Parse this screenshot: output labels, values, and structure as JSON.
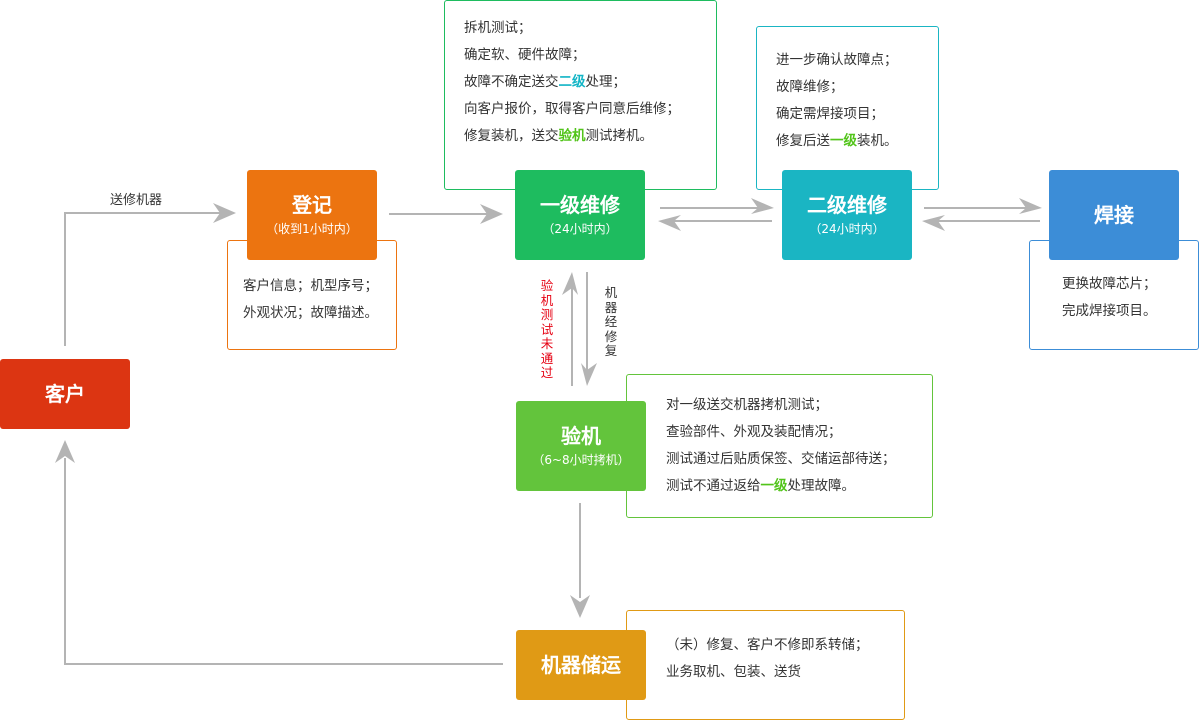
{
  "colors": {
    "customer": "#dc3512",
    "register": "#ec7410",
    "level1": "#1ebc5f",
    "level2": "#1ab5c3",
    "weld": "#3c8dd7",
    "inspect": "#63c43c",
    "storage": "#e09a15",
    "arrow": "#b4b4b4",
    "red_text": "#e60012",
    "teal_text": "#13b5c6",
    "green_text": "#52c41a"
  },
  "nodes": {
    "customer": {
      "title": "客户"
    },
    "register": {
      "title": "登记",
      "sub": "（收到1小时内）"
    },
    "level1": {
      "title": "一级维修",
      "sub": "（24小时内）"
    },
    "level2": {
      "title": "二级维修",
      "sub": "（24小时内）"
    },
    "weld": {
      "title": "焊接"
    },
    "inspect": {
      "title": "验机",
      "sub": "（6~8小时拷机）"
    },
    "storage": {
      "title": "机器储运"
    }
  },
  "labels": {
    "send_repair": "送修机器",
    "test_failed": "验机测试未通过",
    "repaired": "机器经修复"
  },
  "notes": {
    "register": {
      "lines": [
        "客户信息；机型序号；",
        "外观状况；故障描述。"
      ]
    },
    "level1": {
      "l1": "拆机测试；",
      "l2": "确定软、硬件故障；",
      "l3a": "故障不确定送交",
      "l3b": "二级",
      "l3c": "处理；",
      "l4": "向客户报价，取得客户同意后维修；",
      "l5a": "修复装机，送交",
      "l5b": "验机",
      "l5c": "测试拷机。"
    },
    "level2": {
      "l1": "进一步确认故障点；",
      "l2": "故障维修；",
      "l3": "确定需焊接项目；",
      "l4a": "修复后送",
      "l4b": "一级",
      "l4c": "装机。"
    },
    "weld": {
      "lines": [
        "更换故障芯片；",
        "完成焊接项目。"
      ]
    },
    "inspect": {
      "l1": "对一级送交机器拷机测试；",
      "l2": "查验部件、外观及装配情况；",
      "l3": "测试通过后贴质保签、交储运部待送；",
      "l4a": "测试不通过返给",
      "l4b": "一级",
      "l4c": "处理故障。"
    },
    "storage": {
      "lines": [
        "（未）修复、客户不修即系转储；",
        "业务取机、包装、送货"
      ]
    }
  }
}
